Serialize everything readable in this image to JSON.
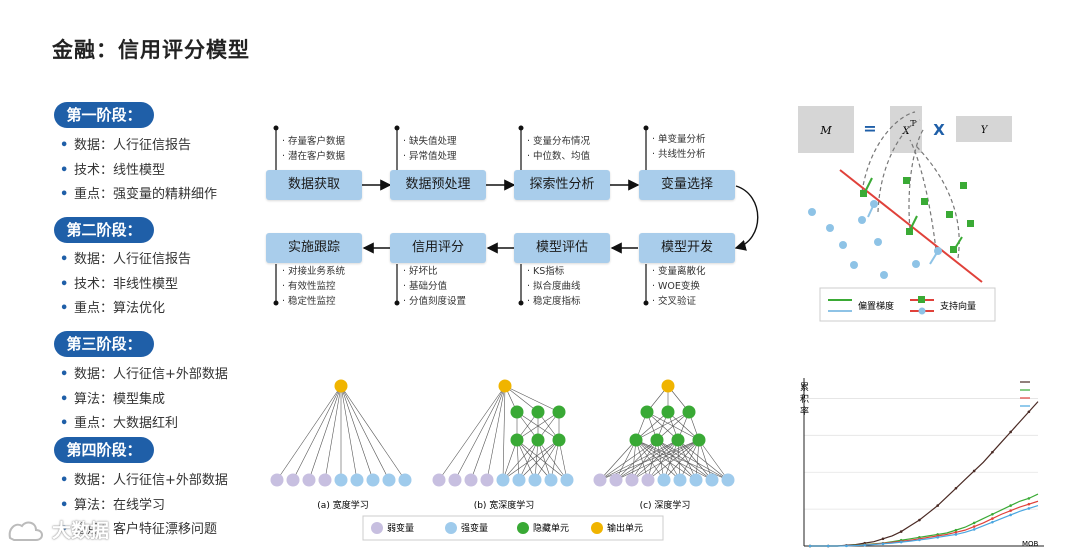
{
  "title": "金融：信用评分模型",
  "stages": [
    {
      "badge": "第一阶段：",
      "items": [
        "数据：人行征信报告",
        "技术：线性模型",
        "重点：强变量的精耕细作"
      ]
    },
    {
      "badge": "第二阶段：",
      "items": [
        "数据：人行征信报告",
        "技术：非线性模型",
        "重点：算法优化"
      ]
    },
    {
      "badge": "第三阶段：",
      "items": [
        "数据：人行征信+外部数据",
        "算法：模型集成",
        "重点：大数据红利"
      ]
    },
    {
      "badge": "第四阶段：",
      "items": [
        "数据：人行征信+外部数据",
        "算法：在线学习",
        "重点：客户特征漂移问题"
      ]
    }
  ],
  "flow": {
    "boxes": [
      "数据获取",
      "数据预处理",
      "探索性分析",
      "变量选择",
      "模型开发",
      "模型评估",
      "信用评分",
      "实施跟踪"
    ],
    "notes": [
      [
        "· 存量客户数据",
        "· 潜在客户数据"
      ],
      [
        "· 缺失值处理",
        "· 异常值处理"
      ],
      [
        "· 变量分布情况",
        "· 中位数、均值"
      ],
      [
        "· 单变量分析",
        "· 共线性分析"
      ],
      [
        "· 变量离散化",
        "· WOE变换",
        "· 交叉验证"
      ],
      [
        "· KS指标",
        "· 拟合度曲线",
        "· 稳定度指标"
      ],
      [
        "· 好坏比",
        "· 基础分值",
        "· 分值刻度设置"
      ],
      [
        "· 对接业务系统",
        "· 有效性监控",
        "· 稳定性监控"
      ]
    ]
  },
  "svm": {
    "matrix_labels": [
      "M",
      "=",
      "X",
      "X",
      "Y"
    ],
    "legend": [
      "偏置梯度",
      "支持向量"
    ],
    "colors": {
      "green": "#3aaa35",
      "blue": "#8ec3e6",
      "red": "#e0413a"
    }
  },
  "networks": {
    "captions": [
      "(a) 宽度学习",
      "(b) 宽深度学习",
      "(c) 深度学习"
    ],
    "legend": [
      "弱变量",
      "强变量",
      "隐藏单元",
      "输出单元"
    ],
    "colors": {
      "weak": "#c7bfe0",
      "strong": "#9fcbec",
      "hidden": "#39a935",
      "output": "#f0b400"
    }
  },
  "chart_data": {
    "type": "line",
    "title": "",
    "ylabel": "累积率",
    "xlabel": "MOB",
    "series": [
      {
        "name": "",
        "color": "#4a2a24",
        "values": [
          0,
          0,
          0,
          0,
          0.5,
          1,
          2,
          3,
          5,
          7,
          10,
          14,
          18,
          23,
          28,
          34,
          40,
          46,
          52,
          58,
          65,
          72,
          79,
          86,
          93,
          100
        ]
      },
      {
        "name": "",
        "color": "#3aaa35",
        "values": [
          0,
          0,
          0,
          0,
          0.2,
          0.5,
          1,
          1.5,
          2,
          3,
          4,
          5,
          6,
          7,
          8,
          9,
          11,
          13,
          16,
          19,
          22,
          25,
          28,
          31,
          33,
          36
        ]
      },
      {
        "name": "",
        "color": "#e0413a",
        "values": [
          0,
          0,
          0,
          0,
          0.2,
          0.4,
          0.8,
          1.2,
          1.8,
          2.5,
          3.2,
          4,
          5,
          6,
          7,
          8,
          9.5,
          11,
          13.5,
          16,
          19,
          22,
          24.5,
          27,
          29,
          31
        ]
      },
      {
        "name": "",
        "color": "#4aa6e0",
        "values": [
          0,
          0,
          0,
          0,
          0.1,
          0.3,
          0.6,
          1,
          1.5,
          2,
          2.7,
          3.4,
          4.2,
          5,
          6,
          7,
          8,
          9.5,
          11.5,
          14,
          16.5,
          19,
          21.5,
          24,
          26,
          28
        ]
      }
    ],
    "ylim": [
      0,
      115
    ],
    "grid": true,
    "legend": "top-right"
  },
  "watermark": "大数据"
}
